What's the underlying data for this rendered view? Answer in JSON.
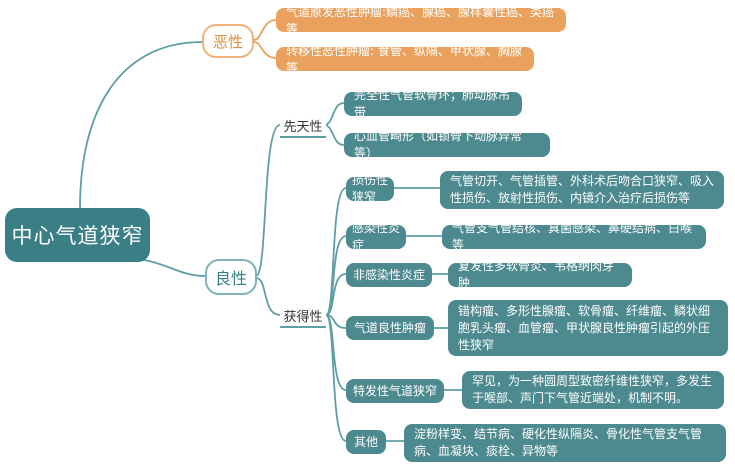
{
  "root": "中心气道狭窄",
  "malignant": {
    "label": "恶性",
    "items": [
      "气道原发恶性肿瘤:鳞癌、腺癌、腺样囊性癌、类癌等",
      "转移性恶性肿瘤: 食管、纵隔、甲状腺、胸腺等"
    ]
  },
  "benign": {
    "label": "良性",
    "congenital": {
      "label": "先天性",
      "items": [
        "完全性气管软骨环；肺动脉吊带",
        "心血管畸形（如锁骨下动脉异常等）"
      ]
    },
    "acquired": {
      "label": "获得性",
      "groups": [
        {
          "label": "损伤性狭窄",
          "desc": "气管切开、气管插管、外科术后吻合口狭窄、吸入性损伤、放射性损伤、内镜介入治疗后损伤等"
        },
        {
          "label": "感染性炎症",
          "desc": "气管支气管结核、真菌感染、鼻硬结病、白喉等"
        },
        {
          "label": "非感染性炎症",
          "desc": "复发性多软骨炎、韦格纳肉芽肿"
        },
        {
          "label": "气道良性肿瘤",
          "desc": "错构瘤、多形性腺瘤、软骨瘤、纤维瘤、鳞状细胞乳头瘤、血管瘤、甲状腺良性肿瘤引起的外压性狭窄"
        },
        {
          "label": "特发性气道狭窄",
          "desc": "罕见，为一种圆周型致密纤维性狭窄，多发生于喉部、声门下气管近端处，机制不明。"
        },
        {
          "label": "其他",
          "desc": "淀粉样变、结节病、硬化性纵隔炎、骨化性气管支气管病、血凝块、痰栓、异物等"
        }
      ]
    }
  },
  "colors": {
    "teal": "#4c8a8f",
    "orange": "#eaa15e",
    "root": "#3b7f86"
  }
}
